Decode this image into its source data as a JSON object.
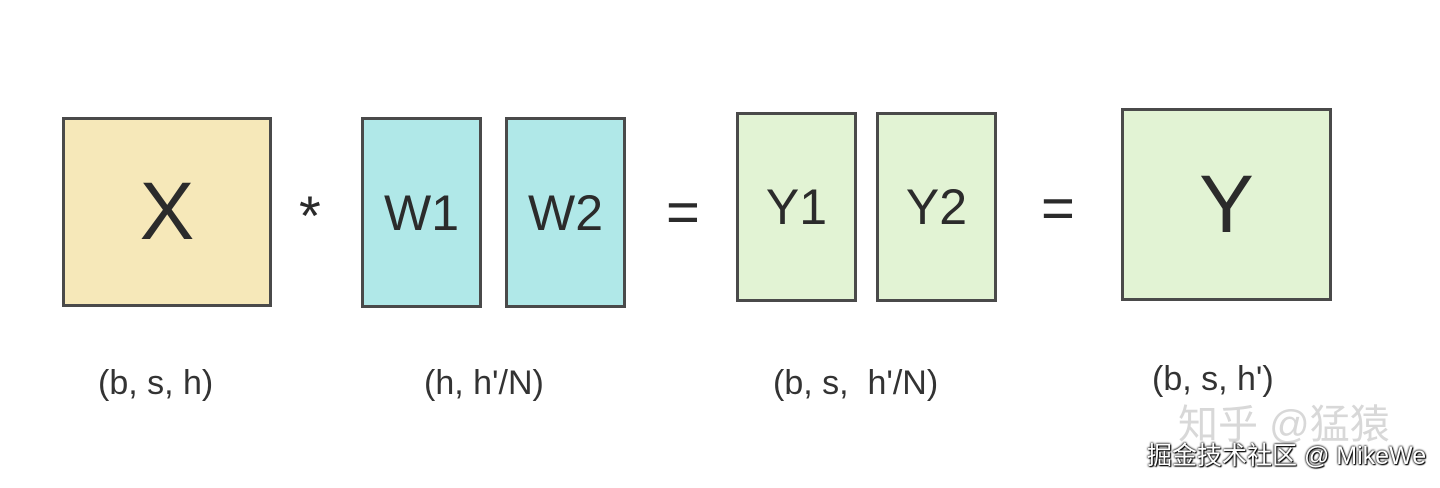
{
  "diagram": {
    "boxes": {
      "x": "X",
      "w1": "W1",
      "w2": "W2",
      "y1": "Y1",
      "y2": "Y2",
      "y": "Y"
    },
    "operators": {
      "multiply": "*",
      "equals_1": "=",
      "equals_2": "="
    },
    "dimensions": {
      "x": "(b, s, h)",
      "w": "(h, h'/N)",
      "y_parts": "(b, s,  h'/N)",
      "y": "(b, s, h')"
    },
    "colors": {
      "x_fill": "#f6e8b9",
      "w_fill": "#b0e8e8",
      "y_fill": "#e2f3d4",
      "border": "#4a4a4a"
    }
  },
  "watermarks": {
    "zhihu": "知乎 @猛猿",
    "juejin": "掘金技术社区 @ MikeWe"
  }
}
